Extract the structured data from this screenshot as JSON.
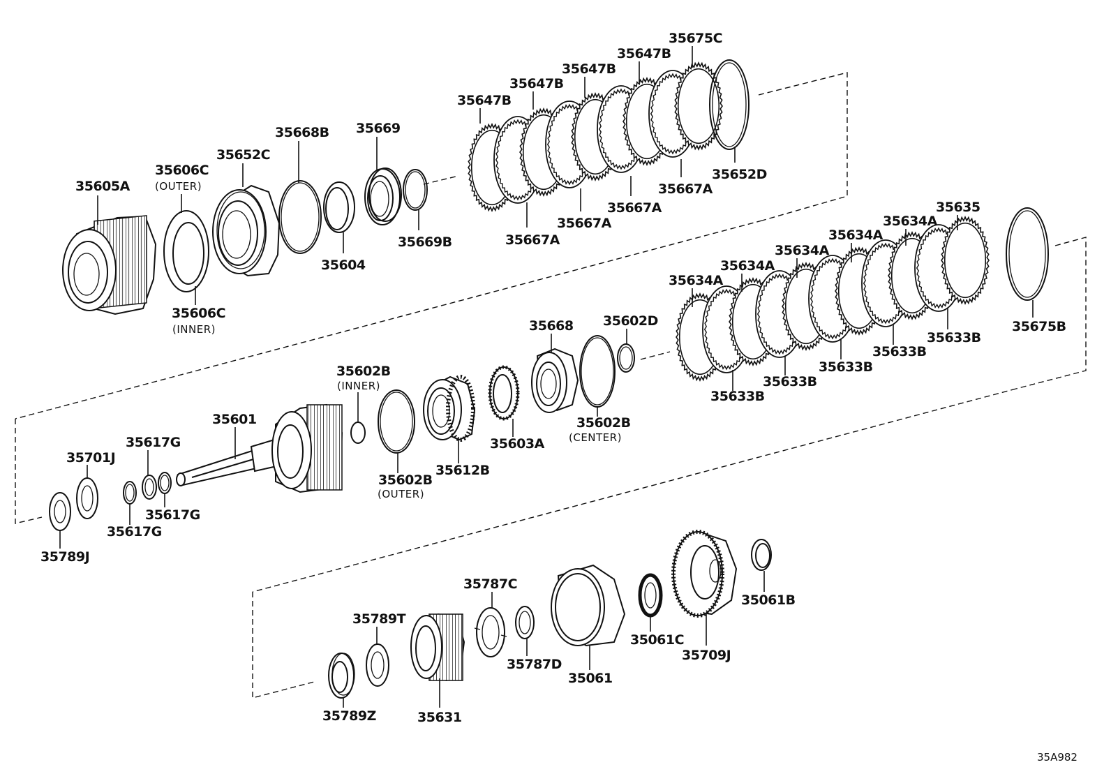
{
  "diagram_code": "35A982",
  "parts": [
    {
      "id": "35605A"
    },
    {
      "id": "35606C",
      "note": "(OUTER)"
    },
    {
      "id": "35606C",
      "note": "(INNER)"
    },
    {
      "id": "35652C"
    },
    {
      "id": "35668B"
    },
    {
      "id": "35669"
    },
    {
      "id": "35604"
    },
    {
      "id": "35669B"
    },
    {
      "id": "35647B"
    },
    {
      "id": "35647B"
    },
    {
      "id": "35647B"
    },
    {
      "id": "35647B"
    },
    {
      "id": "35675C"
    },
    {
      "id": "35667A"
    },
    {
      "id": "35667A"
    },
    {
      "id": "35667A"
    },
    {
      "id": "35667A"
    },
    {
      "id": "35652D"
    },
    {
      "id": "35635"
    },
    {
      "id": "35634A"
    },
    {
      "id": "35634A"
    },
    {
      "id": "35634A"
    },
    {
      "id": "35634A"
    },
    {
      "id": "35634A"
    },
    {
      "id": "35675B"
    },
    {
      "id": "35633B"
    },
    {
      "id": "35633B"
    },
    {
      "id": "35633B"
    },
    {
      "id": "35633B"
    },
    {
      "id": "35633B"
    },
    {
      "id": "35668"
    },
    {
      "id": "35602D"
    },
    {
      "id": "35602B",
      "note": "(CENTER)"
    },
    {
      "id": "35603A"
    },
    {
      "id": "35612B"
    },
    {
      "id": "35602B",
      "note": "(INNER)"
    },
    {
      "id": "35602B",
      "note": "(OUTER)"
    },
    {
      "id": "35601"
    },
    {
      "id": "35617G"
    },
    {
      "id": "35617G"
    },
    {
      "id": "35617G"
    },
    {
      "id": "35701J"
    },
    {
      "id": "35789J"
    },
    {
      "id": "35787C"
    },
    {
      "id": "35787D"
    },
    {
      "id": "35789T"
    },
    {
      "id": "35789Z"
    },
    {
      "id": "35631"
    },
    {
      "id": "35061"
    },
    {
      "id": "35061C"
    },
    {
      "id": "35709J"
    },
    {
      "id": "35061B"
    }
  ]
}
